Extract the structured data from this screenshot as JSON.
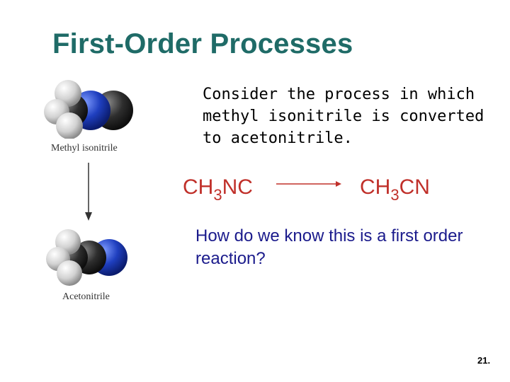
{
  "slide": {
    "title": "First-Order Processes",
    "intro": "Consider the process in which methyl isonitrile is converted to acetonitrile.",
    "reactant": {
      "prefix": "CH",
      "sub": "3",
      "suffix": "NC"
    },
    "product": {
      "prefix": "CH",
      "sub": "3",
      "suffix": "CN"
    },
    "question": "How do we know this is a first order reaction?",
    "page_number": "21."
  },
  "figure": {
    "top_label": "Methyl isonitrile",
    "bottom_label": "Acetonitrile"
  },
  "colors": {
    "title": "#1f6b67",
    "formula": "#c0302a",
    "question": "#1b1b8c",
    "nitrogen": "#1f3fbf",
    "carbon": "#2a2a2a",
    "hydrogen": "#d8d8d8"
  }
}
